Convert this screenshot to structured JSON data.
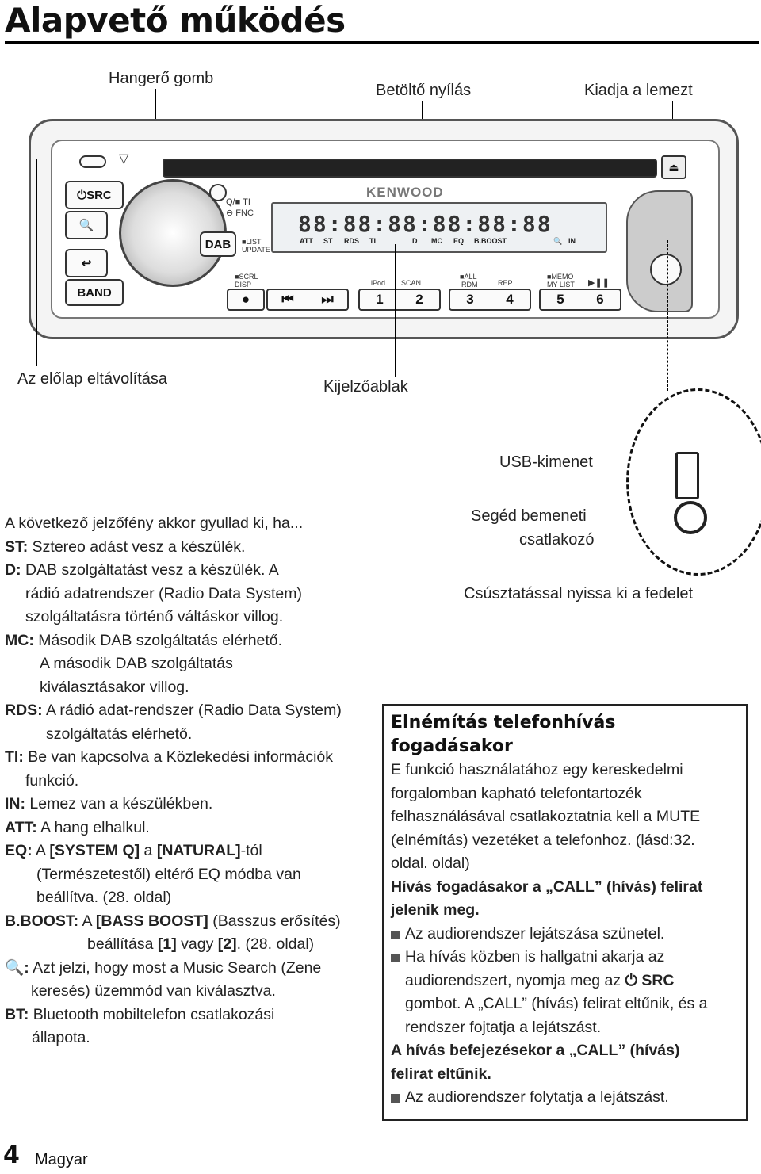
{
  "page": {
    "title": "Alapvető működés"
  },
  "callouts": {
    "volume": "Hangerő gomb",
    "slot": "Betöltő nyílás",
    "eject": "Kiadja a lemezt",
    "remove_panel": "Az előlap eltávolítása",
    "display": "Kijelzőablak",
    "usb": "USB-kimenet",
    "aux_1": "Segéd bemeneti",
    "aux_2": "csatlakozó",
    "slide": "Csúsztatással nyissa ki a fedelet"
  },
  "device": {
    "brand": "KENWOOD",
    "segments": "88:88:88:88:88:88",
    "indicators": [
      "ATT",
      "ST",
      "RDS",
      "TI",
      "D",
      "MC",
      "EQ",
      "B.BOOST",
      "IN"
    ],
    "src_label": "SRC",
    "band_label": "BAND",
    "dab_label": "DAB",
    "ti_label": "TI",
    "fnc_label": "FNC",
    "list_label": "LIST",
    "update_label": "UPDATE",
    "scrl_label": "SCRL",
    "disp_label": "DISP",
    "ipod_label": "iPod",
    "scan_label": "SCAN",
    "all_label": "ALL",
    "rdm_label": "RDM",
    "rep_label": "REP",
    "memo_label": "MEMO",
    "mylist_label": "MY LIST",
    "numbers": [
      "1",
      "2",
      "3",
      "4",
      "5",
      "6"
    ]
  },
  "text": {
    "l1": "A következő jelzőfény akkor gyullad ki, ha...",
    "st_key": "ST:",
    "st_val": " Sztereo adást vesz a készülék.",
    "d_key": "D:",
    "d_val": " DAB szolgáltatást vesz a készülék. A",
    "d_2": "rádió adatrendszer (Radio Data System)",
    "d_3": "szolgáltatásra történő váltáskor villog.",
    "mc_key": "MC:",
    "mc_val": " Második DAB szolgáltatás elérhető.",
    "mc_2": "A második DAB szolgáltatás",
    "mc_3": "kiválasztásakor villog.",
    "rds_key": "RDS:",
    "rds_val": " A rádió adat-rendszer (Radio Data System)",
    "rds_2": "szolgáltatás elérhető.",
    "ti_key": "TI:",
    "ti_val": " Be van kapcsolva a Közlekedési információk",
    "ti_2": "funkció.",
    "in_key": "IN:",
    "in_val": " Lemez van a készülékben.",
    "att_key": "ATT:",
    "att_val": " A hang elhalkul.",
    "eq_key": "EQ:",
    "eq_a": " A ",
    "eq_sys": "[SYSTEM Q]",
    "eq_b": " a ",
    "eq_nat": "[NATURAL]",
    "eq_c": "-tól",
    "eq_2": "(Természetestől) eltérő EQ módba van",
    "eq_3": "beállítva. (28. oldal)",
    "bb_key": "B.BOOST:",
    "bb_a": " A ",
    "bb_bass": "[BASS BOOST]",
    "bb_b": " (Basszus erősítés)",
    "bb_2a": "beállítása ",
    "bb_1": "[1]",
    "bb_2b": " vagy ",
    "bb_2": "[2]",
    "bb_2c": ". (28. oldal)",
    "q_key": ":",
    "q_val": " Azt jelzi, hogy most a Music Search (Zene",
    "q_2": "keresés) üzemmód van kiválasztva.",
    "bt_key": "BT:",
    "bt_val": " Bluetooth mobiltelefon csatlakozási",
    "bt_2": "állapota."
  },
  "box": {
    "h1": "Elnémítás telefonhívás",
    "h2": "fogadásakor",
    "p1": "E funkció használatához egy kereskedelmi",
    "p2": "forgalomban kapható telefontartozék",
    "p3": "felhasználásával csatlakoztatnia kell a MUTE",
    "p4": "(elnémítás) vezetéket a telefonhoz. (lásd:32.",
    "p5": "oldal. oldal)",
    "b1": "Hívás fogadásakor a „CALL” (hívás) felirat",
    "b2": "jelenik meg.",
    "li1": "Az audiorendszer lejátszása szünetel.",
    "li2a": "Ha hívás közben is hallgatni akarja az",
    "li2b": "audiorendszert, nyomja meg az ",
    "li2_src": "SRC",
    "li2c": "gombot. A „CALL” (hívás) felirat eltűnik, és a",
    "li2d": "rendszer fojtatja a lejátszást.",
    "b3": "A hívás befejezésekor a „CALL” (hívás)",
    "b4": "felirat eltűnik.",
    "li3": "Az audiorendszer folytatja a lejátszást."
  },
  "footer": {
    "page_number": "4",
    "language": "Magyar"
  }
}
